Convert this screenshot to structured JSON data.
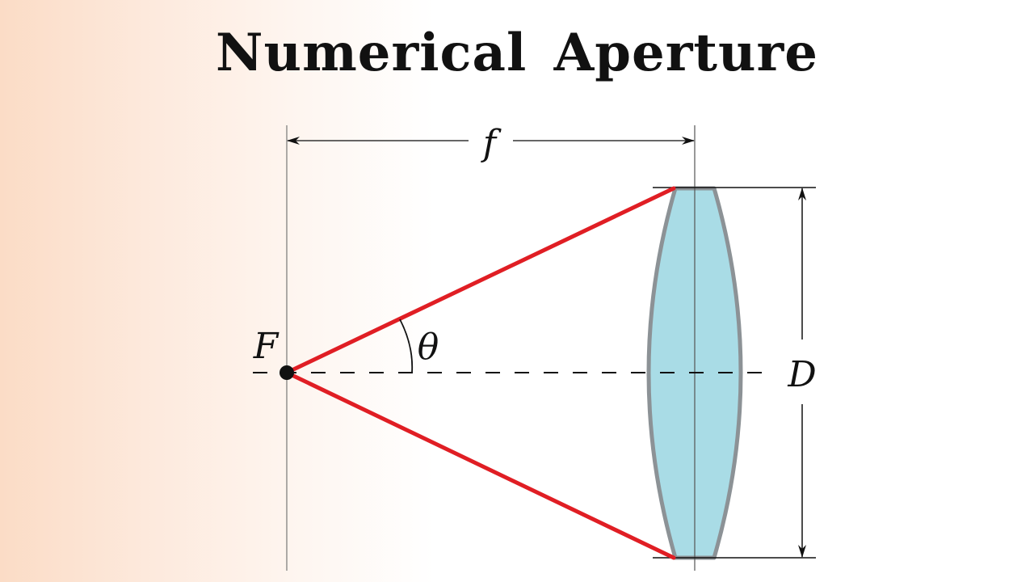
{
  "title": "Numerical Aperture",
  "diagram": {
    "labels": {
      "focal_length": "f",
      "focal_point": "F",
      "angle": "θ",
      "diameter": "D"
    },
    "colors": {
      "ray": "#e01e24",
      "lens_fill": "#a9dce6",
      "lens_edge": "#8c9296",
      "line": "#222222",
      "background_left": "#fbdcc6",
      "background_right": "#ffffff"
    }
  }
}
